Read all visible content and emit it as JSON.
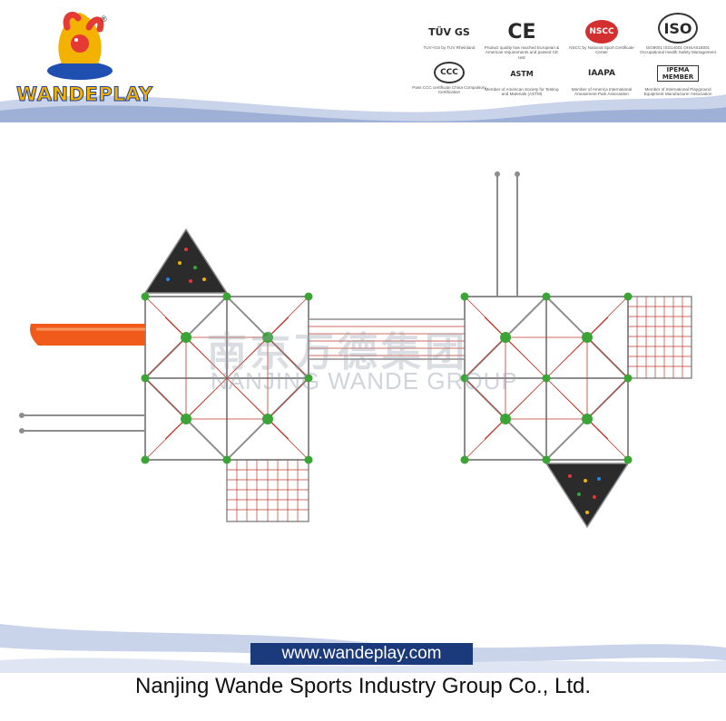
{
  "brand": {
    "name": "WANDEPLAY",
    "registered": "®"
  },
  "certifications": [
    {
      "mark": "TÜV GS",
      "caption": "TUV+GS by TUV Rheinland"
    },
    {
      "mark": "CE",
      "caption": "Product quality has reached European & American requirements and passed CE test"
    },
    {
      "mark": "NSCC",
      "caption": "NSCC by National Sport Certificate Center"
    },
    {
      "mark": "ISO",
      "caption": "ISO9001 ISO14001 OHSAS18001 Occupational Health Safety Management"
    },
    {
      "mark": "CCC",
      "caption": "Pass CCC certificate China Compulsory Certification"
    },
    {
      "mark": "ASTM",
      "caption": "Member of American Society for Testing and Materials (ASTM)"
    },
    {
      "mark": "IAAPA",
      "caption": "Member of America International Amusement Park Association"
    },
    {
      "mark": "IPEMA MEMBER",
      "caption": "Member of International Playground Equipment Manufacturer Association"
    }
  ],
  "watermark": {
    "chinese": "南京万德集团",
    "english": "NANJING WANDE GROUP"
  },
  "footer": {
    "url": "www.wandeplay.com",
    "company": "Nanjing Wande Sports Industry Group Co., Ltd."
  },
  "colors": {
    "navy": "#1a3a7c",
    "wave": "#c9d3ea",
    "slide": "#f05a1a",
    "post": "#3aa535",
    "rope": "#c0392b",
    "frame": "#8d8d8d",
    "panel": "#2b2b2b"
  }
}
